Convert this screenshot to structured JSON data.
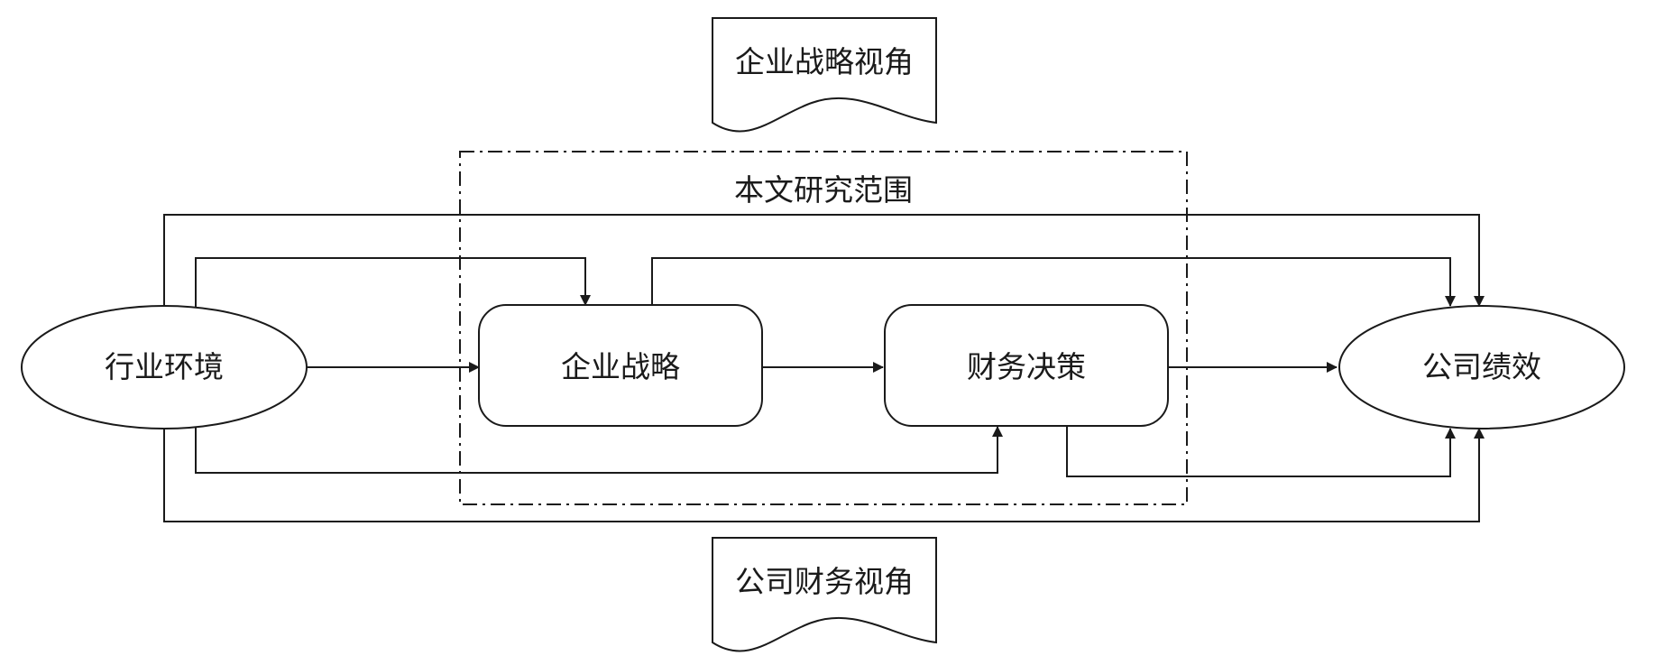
{
  "nodes": {
    "industry_environment": "行业环境",
    "corporate_strategy": "企业战略",
    "financial_decision": "财务决策",
    "company_performance": "公司绩效"
  },
  "perspectives": {
    "strategy_perspective": "企业战略视角",
    "finance_perspective": "公司财务视角"
  },
  "scope": {
    "title": "本文研究范围"
  }
}
